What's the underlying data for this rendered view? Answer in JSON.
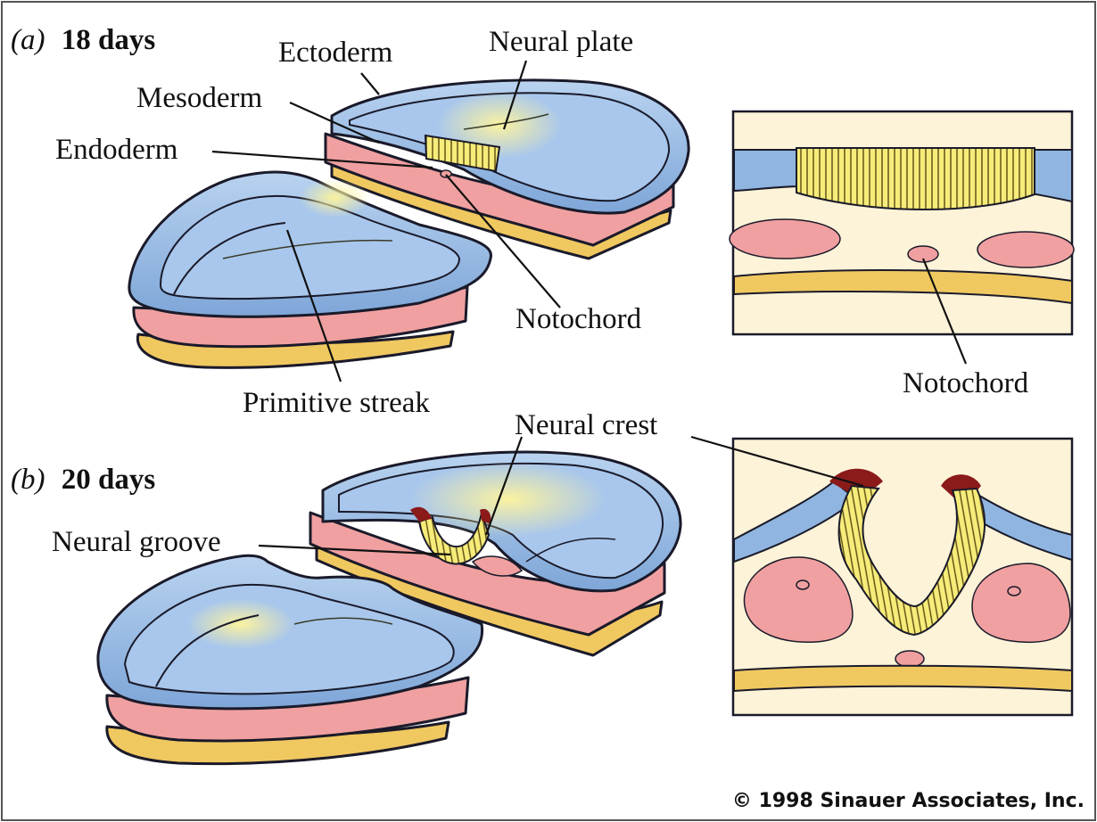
{
  "panels": [
    {
      "letter": "a",
      "title": "18 days"
    },
    {
      "letter": "b",
      "title": "20 days"
    }
  ],
  "labels": {
    "ectoderm": "Ectoderm",
    "neural_plate": "Neural plate",
    "mesoderm": "Mesoderm",
    "endoderm": "Endoderm",
    "notochord": "Notochord",
    "notochord_section": "Notochord",
    "primitive_streak": "Primitive streak",
    "neural_crest": "Neural crest",
    "neural_groove": "Neural groove"
  },
  "copyright": "© 1998 Sinauer Associates, Inc.",
  "colors": {
    "ectoderm_blue": "#8fb5e0",
    "mesoderm_pink": "#f0a0a0",
    "endoderm_yellow": "#f0c860",
    "neural_plate_yellow": "#f4e870",
    "neural_crest_red": "#8b1a1a",
    "section_fill": "#fdf3d8"
  }
}
